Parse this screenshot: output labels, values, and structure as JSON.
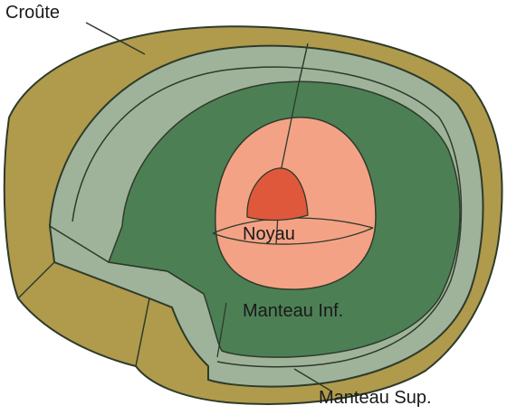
{
  "labels": {
    "crust": "Croûte",
    "core": "Noyau",
    "lower_mantle": "Manteau Inf.",
    "upper_mantle": "Manteau Sup."
  },
  "colors": {
    "crust": "#b09a4c",
    "upper_mantle": "#9fb39b",
    "lower_mantle": "#4d7f55",
    "outer_core": "#f4a286",
    "inner_core": "#e0583c",
    "outline": "#2d3b2a"
  }
}
